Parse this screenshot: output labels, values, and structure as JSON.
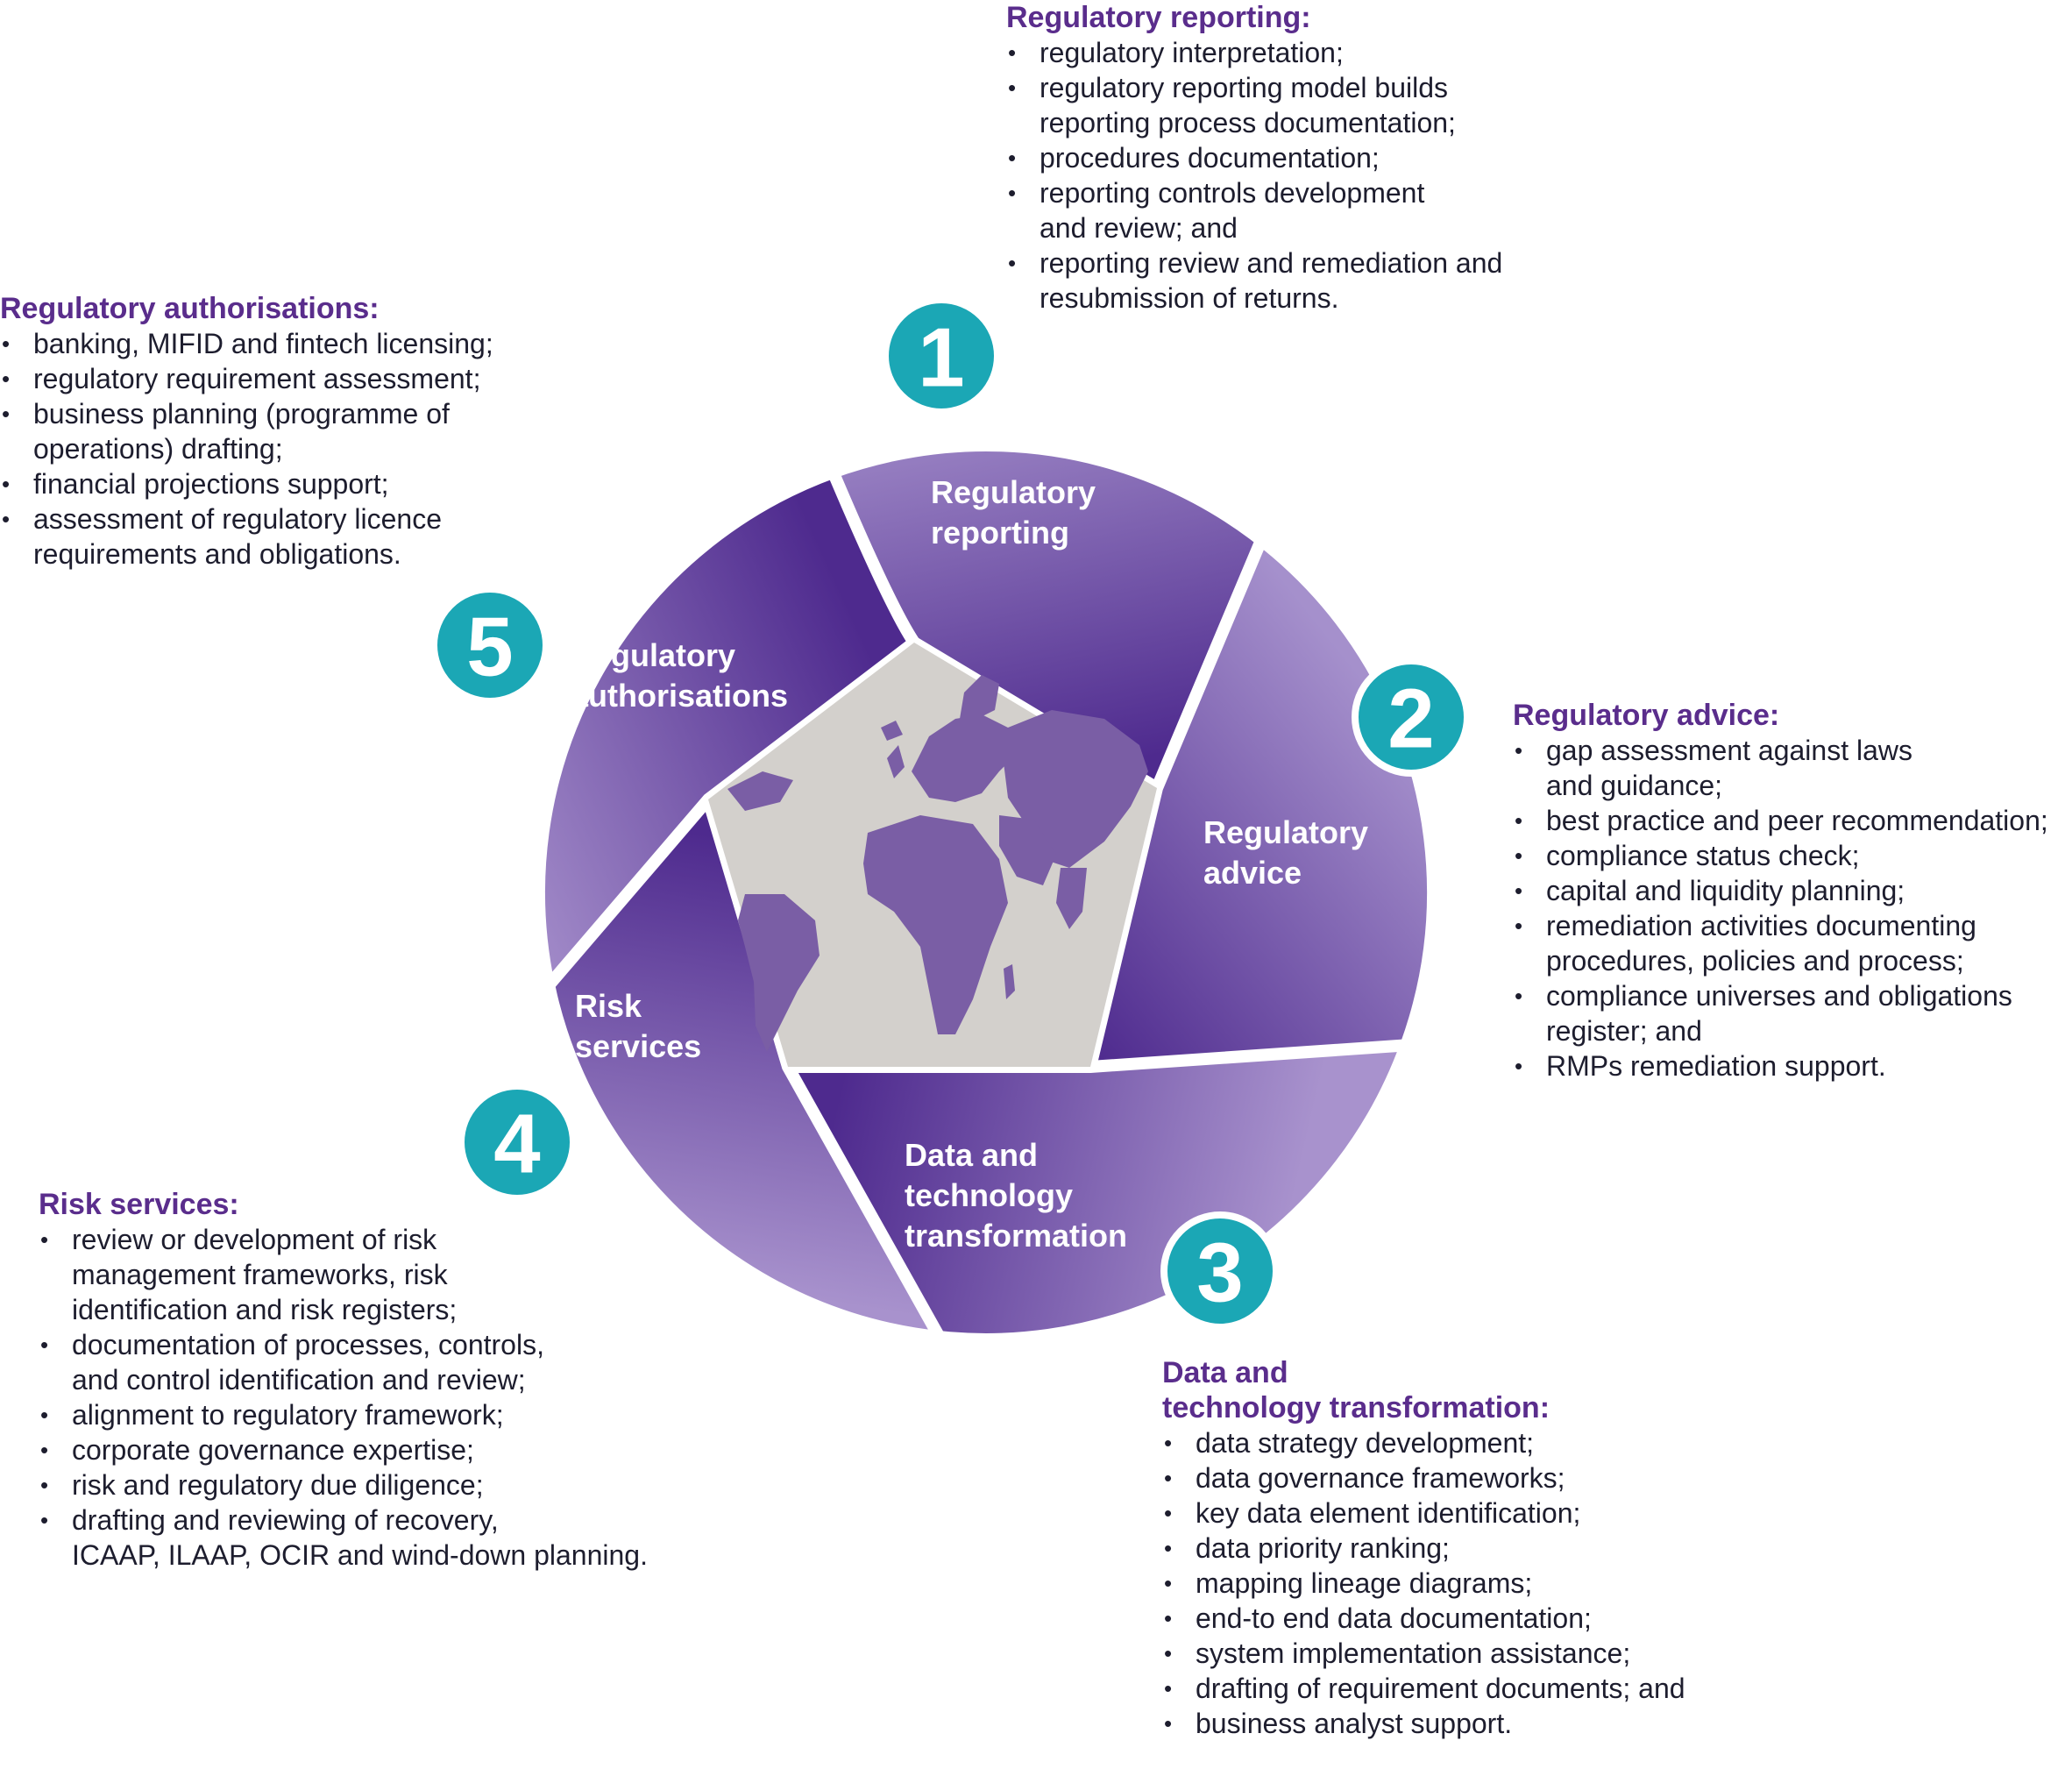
{
  "colors": {
    "accent_purple": "#5a2d8c",
    "segment_light": "#a48fcb",
    "segment_dark": "#4e2a8e",
    "badge_teal": "#1ba7b5",
    "map_background": "#d3d0cc",
    "map_land": "#7a5ea5"
  },
  "segments": [
    {
      "number": "1",
      "label_line1": "Regulatory",
      "label_line2": "reporting",
      "label_line3": ""
    },
    {
      "number": "2",
      "label_line1": "Regulatory",
      "label_line2": "advice",
      "label_line3": ""
    },
    {
      "number": "3",
      "label_line1": "Data and",
      "label_line2": "technology",
      "label_line3": "transformation"
    },
    {
      "number": "4",
      "label_line1": "Risk",
      "label_line2": "services",
      "label_line3": ""
    },
    {
      "number": "5",
      "label_line1": "Regulatory",
      "label_line2": "authorisations",
      "label_line3": ""
    }
  ],
  "panels": {
    "reporting": {
      "title": "Regulatory reporting:",
      "items": [
        "regulatory interpretation;",
        "regulatory reporting model builds\nreporting process documentation;",
        "procedures documentation;",
        "reporting controls development\nand review; and",
        "reporting review and remediation and\nresubmission of returns."
      ]
    },
    "authorisations": {
      "title": "Regulatory authorisations:",
      "items": [
        "banking, MIFID and fintech licensing;",
        "regulatory requirement assessment;",
        "business planning (programme of\noperations) drafting;",
        "financial projections support;",
        "assessment of regulatory licence\nrequirements and obligations."
      ]
    },
    "advice": {
      "title": "Regulatory advice:",
      "items": [
        "gap assessment against laws\nand guidance;",
        "best practice and peer recommendation;",
        "compliance status check;",
        "capital and liquidity planning;",
        "remediation activities documenting\nprocedures, policies and process;",
        "compliance universes and obligations\nregister; and",
        "RMPs remediation support."
      ]
    },
    "risk": {
      "title": "Risk services:",
      "items": [
        "review or development of risk\nmanagement frameworks, risk\nidentification and risk registers;",
        "documentation of processes, controls,\nand control identification and review;",
        "alignment to regulatory framework;",
        "corporate governance expertise;",
        "risk and regulatory due diligence;",
        "drafting and reviewing of recovery,\nICAAP, ILAAP, OCIR and wind-down planning."
      ]
    },
    "data": {
      "title": "Data and\ntechnology transformation:",
      "items": [
        "data strategy development;",
        "data governance frameworks;",
        "key data element identification;",
        "data priority ranking;",
        "mapping lineage diagrams;",
        "end-to end data documentation;",
        "system implementation assistance;",
        "drafting of requirement documents; and",
        "business analyst support."
      ]
    }
  }
}
